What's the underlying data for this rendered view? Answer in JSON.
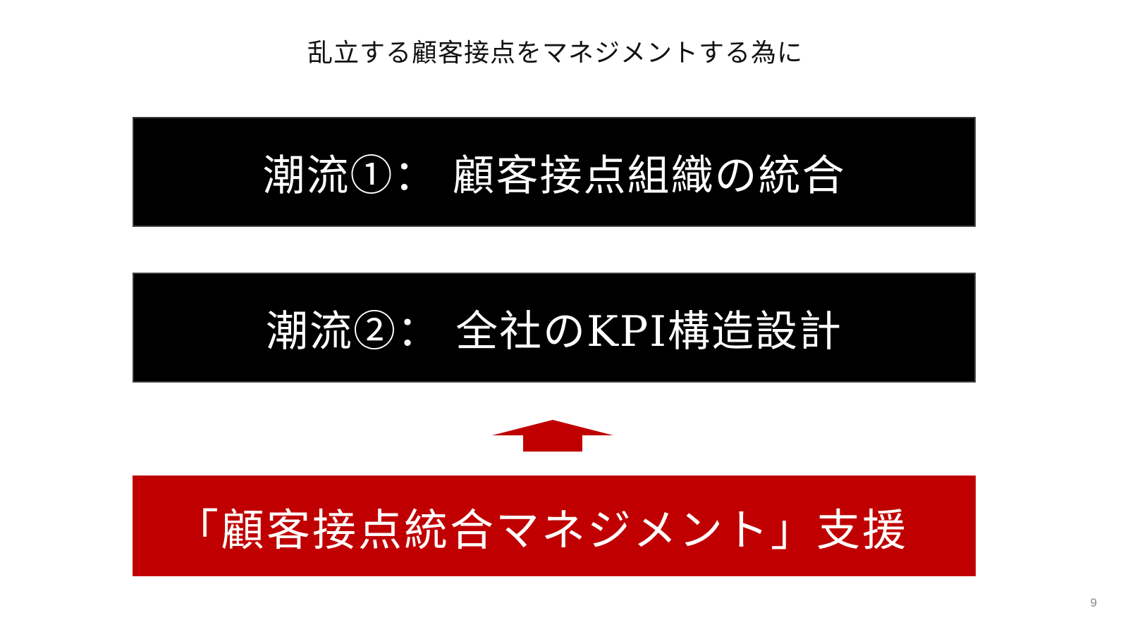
{
  "slide": {
    "title": "乱立する顧客接点をマネジメントする為に",
    "trends": [
      {
        "label": "潮流①： 顧客接点組織の統合"
      },
      {
        "label": "潮流②： 全社のKPI構造設計"
      }
    ],
    "arrow": {
      "icon": "up-arrow-icon",
      "color": "#c00000"
    },
    "solution": {
      "label": "「顧客接点統合マネジメント」支援",
      "color": "#c00000"
    },
    "page_number": "9"
  }
}
